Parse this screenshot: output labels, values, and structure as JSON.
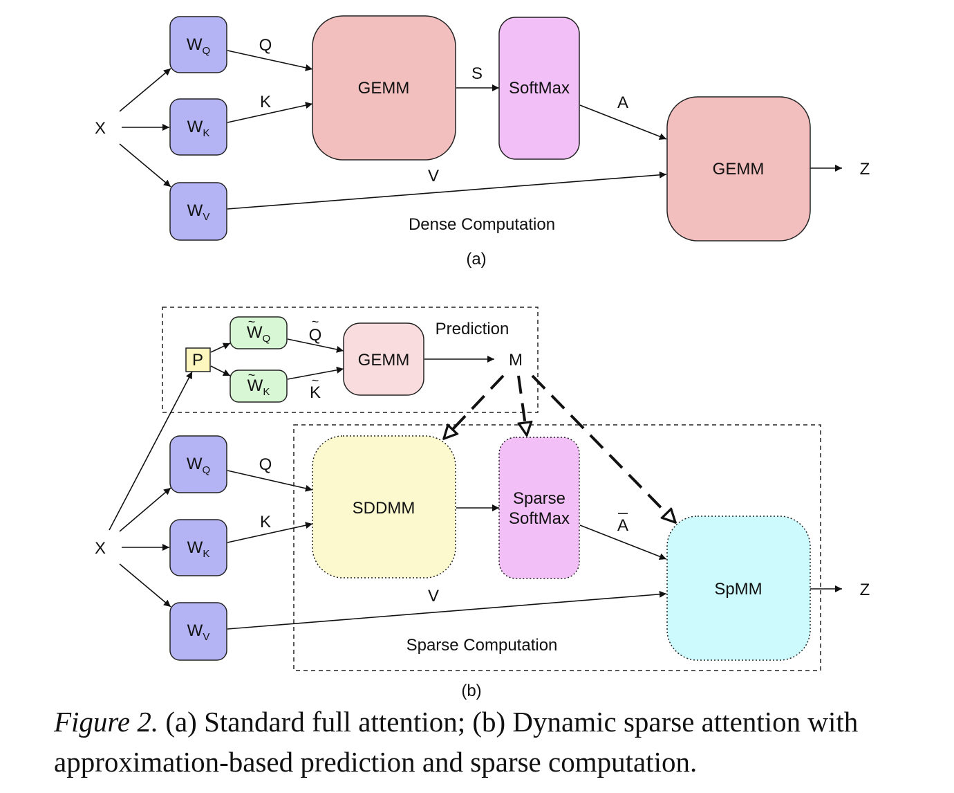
{
  "panel_a": {
    "input": "X",
    "weights": {
      "q": {
        "base": "W",
        "sub": "Q"
      },
      "k": {
        "base": "W",
        "sub": "K"
      },
      "v": {
        "base": "W",
        "sub": "V"
      }
    },
    "edge_labels": {
      "q": "Q",
      "k": "K",
      "v": "V",
      "s": "S",
      "a": "A"
    },
    "gemm1": "GEMM",
    "softmax": "SoftMax",
    "gemm2": "GEMM",
    "output": "Z",
    "region_label": "Dense Computation",
    "tag": "(a)"
  },
  "panel_b": {
    "input": "X",
    "p_box": "P",
    "pred_weights": {
      "q": {
        "base": "W",
        "sub": "Q"
      },
      "k": {
        "base": "W",
        "sub": "K"
      }
    },
    "pred_edge_labels": {
      "q": "Q",
      "k": "K"
    },
    "pred_gemm": "GEMM",
    "pred_label": "Prediction",
    "mask": "M",
    "weights": {
      "q": {
        "base": "W",
        "sub": "Q"
      },
      "k": {
        "base": "W",
        "sub": "K"
      },
      "v": {
        "base": "W",
        "sub": "V"
      }
    },
    "edge_labels": {
      "q": "Q",
      "k": "K",
      "v": "V",
      "a": "A"
    },
    "sddmm": "SDDMM",
    "sparse_softmax_line1": "Sparse",
    "sparse_softmax_line2": "SoftMax",
    "spmm": "SpMM",
    "output": "Z",
    "region_label": "Sparse Computation",
    "tag": "(b)"
  },
  "caption": {
    "figure_label": "Figure 2.",
    "text": " (a) Standard full attention; (b) Dynamic sparse attention with approximation-based prediction and sparse computation."
  },
  "colors": {
    "weight_fill": "#b4b4f5",
    "gemm_fill": "#f3bfbe",
    "softmax_fill": "#f2bff7",
    "pred_weight_fill": "#d8f7d4",
    "pred_gemm_fill": "#f9dcde",
    "p_fill": "#fdf6bf",
    "sddmm_fill": "#fbf9cd",
    "spmm_fill": "#cdfafd"
  }
}
